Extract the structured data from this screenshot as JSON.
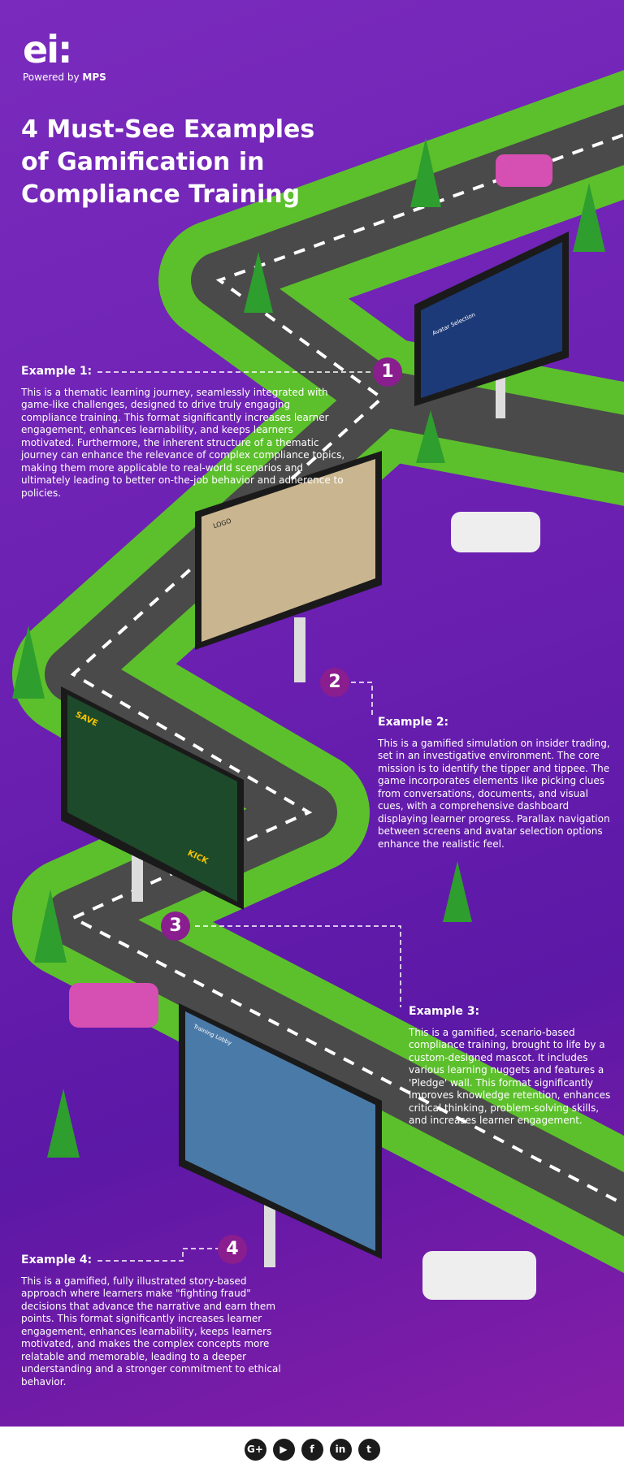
{
  "brand": {
    "logo": "ei:",
    "powered_by": "Powered by",
    "company": "MPS"
  },
  "title": "4 Must-See Examples of Gamification in Compliance Training",
  "colors": {
    "background": "#6a1fb0",
    "grass": "#5cc02c",
    "road": "#4a4a4a",
    "badge": "#8a1e8f"
  },
  "examples": [
    {
      "number": "1",
      "heading": "Example 1:",
      "text": "This is a thematic learning journey, seamlessly integrated with game-like challenges, designed to drive truly engaging compliance training. This format significantly increases learner engagement, enhances learnability, and keeps learners motivated. Furthermore, the inherent structure of a thematic journey can enhance the relevance of complex compliance topics, making them more applicable to real-world scenarios and ultimately leading to better on-the-job behavior and adherence to policies."
    },
    {
      "number": "2",
      "heading": "Example 2:",
      "text": "This is a gamified simulation on insider trading, set in an investigative environment. The core mission is to identify the tipper and tippee. The game incorporates elements like picking clues from conversations, documents, and visual cues, with a comprehensive dashboard displaying learner progress. Parallax navigation between screens and avatar selection options enhance the realistic feel."
    },
    {
      "number": "3",
      "heading": "Example 3:",
      "text": "This is a gamified, scenario-based compliance training, brought to life by a custom-designed mascot. It includes various learning nuggets and features a 'Pledge' wall. This format significantly improves knowledge retention, enhances critical thinking, problem-solving skills, and increases learner engagement."
    },
    {
      "number": "4",
      "heading": "Example 4:",
      "text": "This is a gamified, fully illustrated story-based approach where learners make \"fighting fraud\" decisions that advance the narrative and earn them points. This format significantly increases learner engagement, enhances learnability, keeps learners motivated, and makes the complex concepts more relatable and memorable, leading to a deeper understanding and a stronger commitment to ethical behavior."
    }
  ],
  "billboards": [
    {
      "screen_title": "Avatar Selection"
    },
    {
      "screen_title": "LOGO"
    },
    {
      "screen_title": "SAVE",
      "screen_title_2": "KICK"
    },
    {
      "screen_title": "Training Lobby"
    }
  ],
  "footer": {
    "icons": [
      {
        "name": "google-plus-icon",
        "glyph": "G+"
      },
      {
        "name": "youtube-icon",
        "glyph": "▶"
      },
      {
        "name": "facebook-icon",
        "glyph": "f"
      },
      {
        "name": "linkedin-icon",
        "glyph": "in"
      },
      {
        "name": "twitter-icon",
        "glyph": "t"
      }
    ]
  }
}
